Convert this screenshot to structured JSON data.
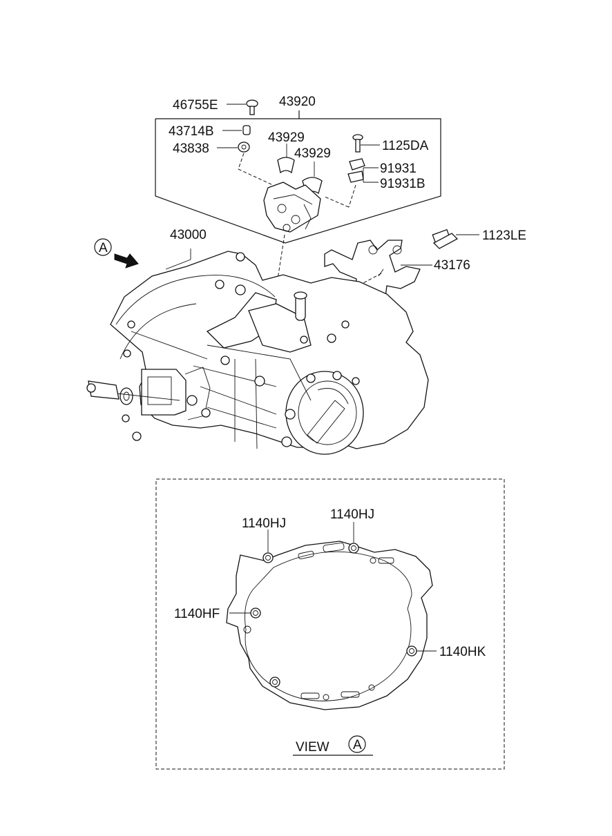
{
  "labels": {
    "p46755E": "46755E",
    "p43920": "43920",
    "p43714B": "43714B",
    "p43838": "43838",
    "p43929a": "43929",
    "p43929b": "43929",
    "p1125DA": "1125DA",
    "p91931": "91931",
    "p91931B": "91931B",
    "p1123LE": "1123LE",
    "p43000": "43000",
    "p43176": "43176",
    "arrowA": "A",
    "hj1": "1140HJ",
    "hj2": "1140HJ",
    "hf": "1140HF",
    "hk": "1140HK"
  },
  "view": {
    "title": "VIEW",
    "marker": "A"
  }
}
